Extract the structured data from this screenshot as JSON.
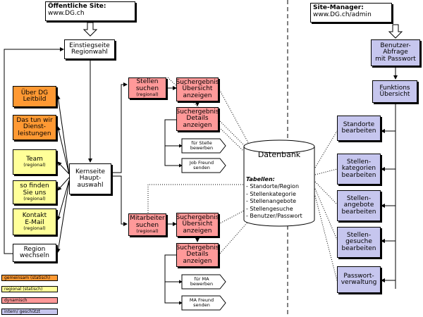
{
  "sites": {
    "public": {
      "title": "Öffentliche Site:",
      "url": "www.DG.ch"
    },
    "manager": {
      "title": "Site-Manager:",
      "url": "www.DG.ch/admin"
    }
  },
  "boxes": {
    "einstiegsseite": "Einstiegseite\nRegionwahl",
    "ueber": "Über DG\nLeitbild",
    "dastun": "Das tun wir\nDienst-\nleistungen",
    "team": "Team",
    "team_sub": "(regional)",
    "sofinden": "so finden\nSie uns",
    "sofinden_sub": "(regional)",
    "kontakt": "Kontakt\nE-Mail",
    "kontakt_sub": "(regional)",
    "region": "Region\nwechseln",
    "kernseite": "Kernseite\nHaupt-\nauswahl",
    "stellen": "Stellen\nsuchen",
    "stellen_sub": "(regional)",
    "mitarbeiter": "Mitarbeiter\nsuchen",
    "mitarbeiter_sub": "(regional)",
    "suchergebnis_uebersicht": "Suchergebnis\nÜbersicht\nanzeigen",
    "suchergebnis_details": "Suchergebnis\nDetails\nanzeigen",
    "fuer_stelle": "für Stelle\nbewerben",
    "job_freund": "Job Freund\nsenden",
    "fuer_ma": "für MA\nbewerben",
    "ma_freund": "MA Freund\nsenden",
    "benutzer": "Benutzer-\nAbfrage\nmit Passwort",
    "funktions": "Funktions\nÜbersicht",
    "standorte": "Standorte\nbearbeiten",
    "kategorien": "Stellen-\nkategorien\nbearbeiten",
    "angebote": "Stellen-\nangebote\nbearbeiten",
    "gesuche": "Stellen-\ngesuche\nbearbeiten",
    "passwort": "Passwort-\nverwaltung"
  },
  "database": {
    "title": "Datenbank",
    "heading": "Tabellen:",
    "tables": [
      "- Standorte/Region",
      "- Stellenkategorie",
      "- Stellenangebote",
      "- Stellengesuche",
      "- Benutzer/Passwort"
    ]
  },
  "legend": [
    {
      "label": "gemeinsam (statisch)",
      "color": "#ff9933"
    },
    {
      "label": "regional (statisch)",
      "color": "#ffff99"
    },
    {
      "label": "dynamisch",
      "color": "#ff9999"
    },
    {
      "label": "intern/ geschützt",
      "color": "#c6c6ee"
    }
  ]
}
